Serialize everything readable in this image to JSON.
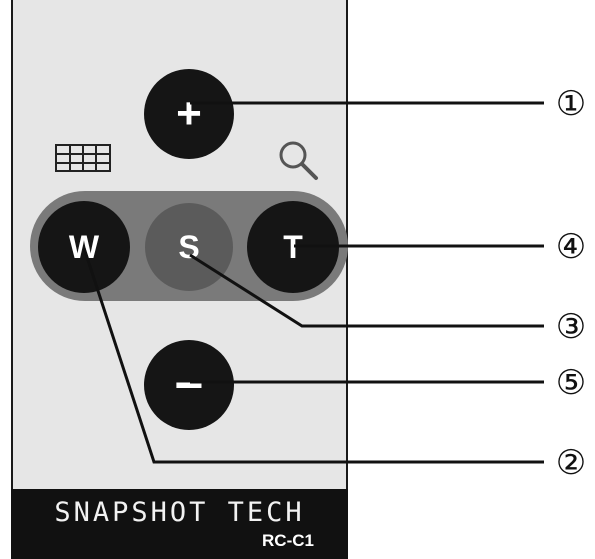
{
  "remote": {
    "brand": "SNAPSHOT TECH",
    "model": "RC-C1",
    "body_color": "#e6e6e6",
    "button_color": "#151515",
    "pill_color": "#7a7a7a"
  },
  "buttons": {
    "plus": "+",
    "minus": "−",
    "wide": "W",
    "select": "S",
    "tele": "T"
  },
  "icons": {
    "wide_icon": "grid-icon",
    "tele_icon": "magnifier-icon"
  },
  "callouts": [
    {
      "label": "①",
      "target": "plus-button"
    },
    {
      "label": "④",
      "target": "t-button"
    },
    {
      "label": "③",
      "target": "s-button"
    },
    {
      "label": "⑤",
      "target": "minus-button"
    },
    {
      "label": "②",
      "target": "w-button"
    }
  ]
}
